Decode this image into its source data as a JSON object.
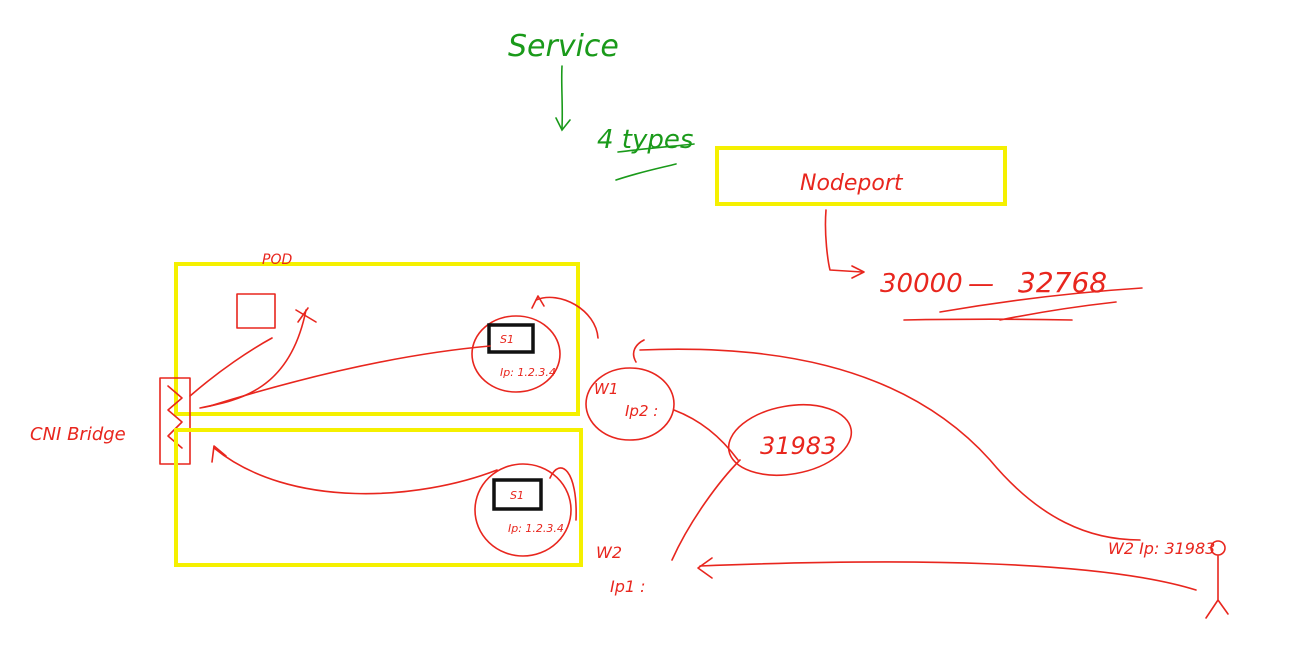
{
  "title": "Service",
  "types_note": "4 types",
  "nodeport": {
    "label": "Nodeport",
    "range_start": "30000",
    "range_end": "32768"
  },
  "pod_label": "POD",
  "cni_label": "CNI Bridge",
  "pods": [
    {
      "service": "S1",
      "ip": "Ip: 1.2.3.4"
    },
    {
      "service": "S1",
      "ip": "Ip: 1.2.3.4"
    }
  ],
  "workers": [
    {
      "name": "W1",
      "ip": "Ip2 :"
    },
    {
      "name": "W2",
      "ip": "Ip1 :"
    }
  ],
  "port_bubble": "31983",
  "user_access": "W2 Ip: 31983",
  "colors": {
    "ink_red": "#e8261e",
    "ink_green": "#1a9a1a",
    "highlight_yellow": "#f5f000",
    "box_black": "#111111"
  }
}
